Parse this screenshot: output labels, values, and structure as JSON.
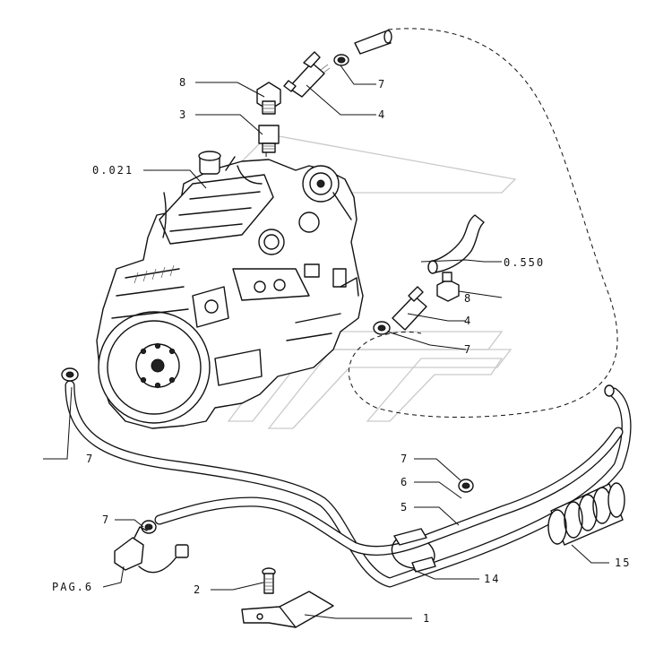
{
  "callouts": {
    "engine": "0.021",
    "hose_group": "0.550",
    "p8_top": "8",
    "p3": "3",
    "p7_top": "7",
    "p4_top": "4",
    "p8_mid": "8",
    "p4_mid": "4",
    "p7_mid": "7",
    "p7_left": "7",
    "p7_right": "7",
    "p6": "6",
    "p5": "5",
    "p7_lower": "7",
    "page_ref": "PAG.6",
    "p2": "2",
    "p14": "14",
    "p15": "15",
    "p1": "1"
  }
}
